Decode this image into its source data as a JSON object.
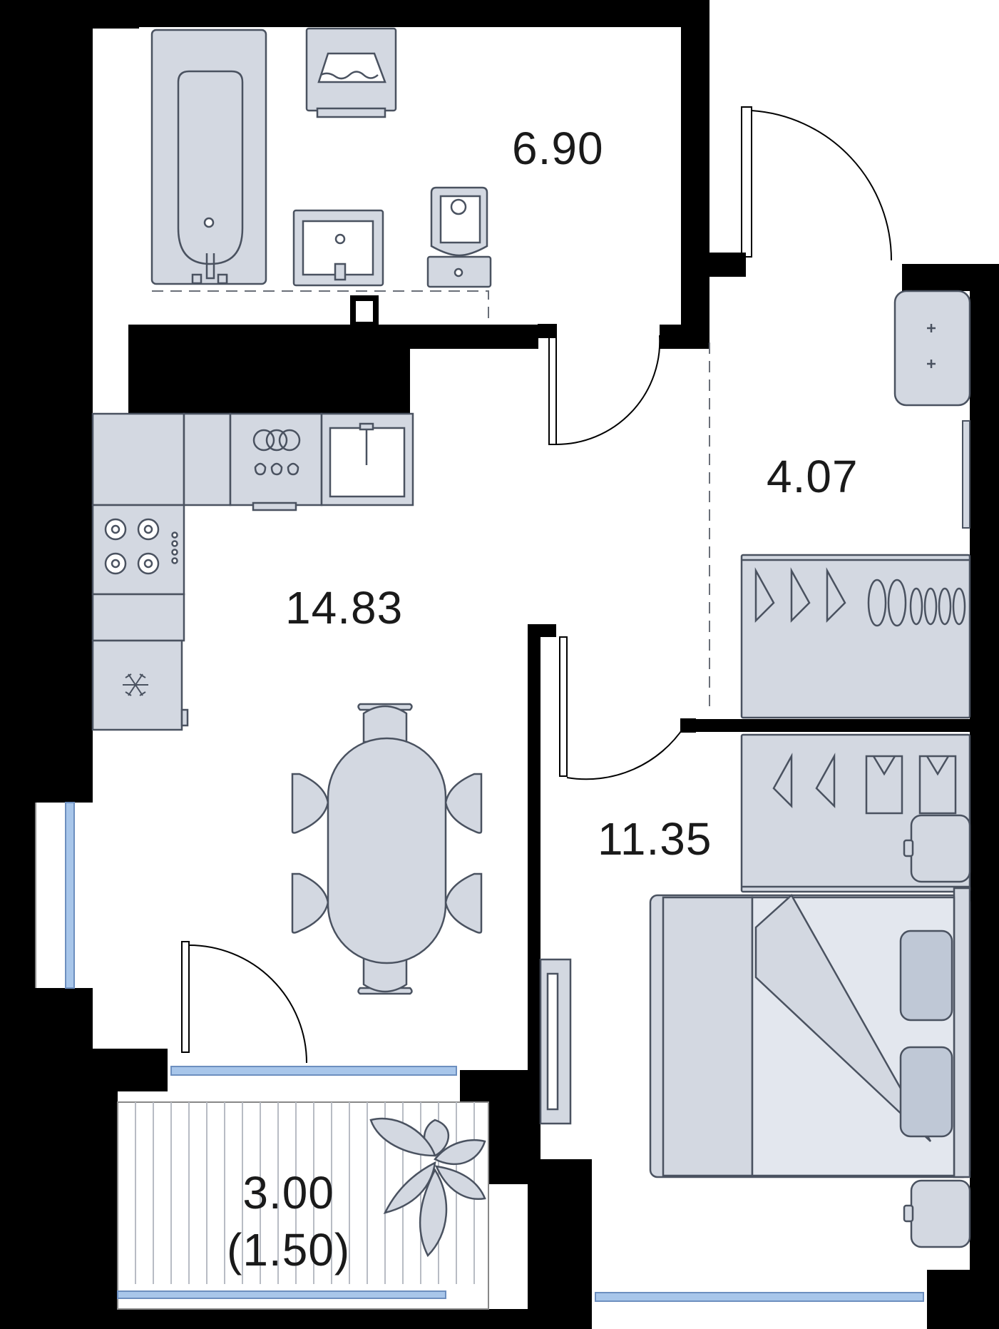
{
  "rooms": {
    "bathroom": {
      "area": "6.90"
    },
    "hall": {
      "area": "4.07"
    },
    "kitchen_living": {
      "area": "14.83"
    },
    "bedroom": {
      "area": "11.35"
    },
    "balcony": {
      "area": "3.00",
      "area_reduced": "(1.50)"
    }
  },
  "colors": {
    "wall": "#000000",
    "furniture_fill": "#d3d8e1",
    "furniture_stroke": "#4a5260",
    "window_glass": "#a8c6ea",
    "floor": "#ffffff"
  }
}
